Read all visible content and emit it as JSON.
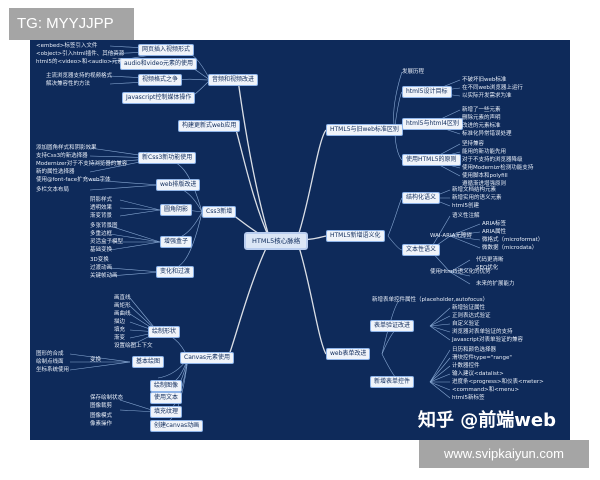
{
  "overlay": {
    "tg_label": "TG: MYYJJPP",
    "watermark": "知乎 @前端web",
    "site_url": "www.svipkaiyun.com"
  },
  "center": "HTML5核心脉络",
  "left": {
    "audio_video": {
      "title": "音频和视频改进",
      "items": [
        "网页插入视频形式",
        "audio和video元素的使用",
        "视频格式之争",
        "Javascript控制媒体操作"
      ],
      "notes": [
        "<embed>标签引入文件",
        "<object>引入html插件、其他资源",
        "html5的<video>和<audio>元素",
        "主流浏览器支持的视频格式",
        "解决兼容性的方法"
      ]
    },
    "web_fonts": {
      "title": "构建更新式web应用"
    },
    "css3": {
      "title": "Css3新增",
      "items": [
        "新Css3新功能使用",
        "web排版改进",
        "圆角阴影",
        "增强盒子",
        "变化和过渡"
      ],
      "notes": [
        "添加圆角样式和阴影效果",
        "支持Css3的新选择器",
        "Modernizer对于不支持浏览器的兼容",
        "新的属性选择器",
        "使用@font-face扩充web字体",
        "多栏文本布局",
        "阴影样式",
        "透明效果",
        "渐变背景",
        "多张背景图",
        "多重边框",
        "灵活盒子模型",
        "基础变换",
        "3D变换",
        "过渡动画",
        "关键帧动画"
      ]
    },
    "canvas": {
      "title": "Canvas元素使用",
      "items": [
        "绘制形状",
        "基本绘图",
        "绘制图像",
        "使用文本",
        "填充纹理",
        "创建canvas动画"
      ],
      "notes": [
        "画直线",
        "画矩形",
        "画曲线",
        "描边",
        "填充",
        "渐变",
        "设置绘图上下文",
        "变换",
        "图形的合成",
        "绘制点线面",
        "坐标系统使用",
        "保存绘制状态",
        "图像裁剪",
        "图像模式",
        "像素操作"
      ]
    }
  },
  "right": {
    "semantics": {
      "title": "HTML5与旧web标准区别",
      "items": [
        "发展历程",
        "html5设计目标",
        "html5与html4区别",
        "使用HTML5的原则"
      ],
      "notes": [
        "不破坏旧web标准",
        "在不同web浏览器上运行",
        "以实际开发需求为准",
        "新增了一些元素",
        "删除元素的声明",
        "改进的元素标准",
        "标准化异常错误处理",
        "坚持兼容",
        "能用的新功能先用",
        "对于不支持的浏览器降级",
        "使用Modernizr检测功能支持",
        "使用脚本和polyfill",
        "遵循渐进增强原则"
      ]
    },
    "structure": {
      "title": "HTML5新增语义化",
      "items": [
        "结构化语义",
        "文本性语义"
      ],
      "notes": [
        "新增文档结构元素",
        "新增实用的语义元素",
        "html5创建",
        "WAI-ARIA无障碍",
        "ARIA标签",
        "ARIA属性",
        "微格式（microformat）",
        "微数据（microdata）",
        "语义性注解",
        "使用Html5语义化的优势",
        "代码更清晰",
        "SEO优化",
        "未来的扩展能力"
      ]
    },
    "forms": {
      "title": "web表单改进",
      "items": [
        "新增表单控件属性（placeholder,autofocus）",
        "表单验证改进",
        "新增表单控件"
      ],
      "notes": [
        "新增验证属性",
        "正则表达式验证",
        "自定义验证",
        "浏览器对表单验证的支持",
        "Javascript对表单验证的兼容",
        "日历和颜色选择器",
        "滑块控件type=\"range\"",
        "计数器控件",
        "输入建议<datalist>",
        "进度条<progress>和仪表<meter>",
        "<command>和<menu>",
        "html5新标签"
      ]
    }
  }
}
